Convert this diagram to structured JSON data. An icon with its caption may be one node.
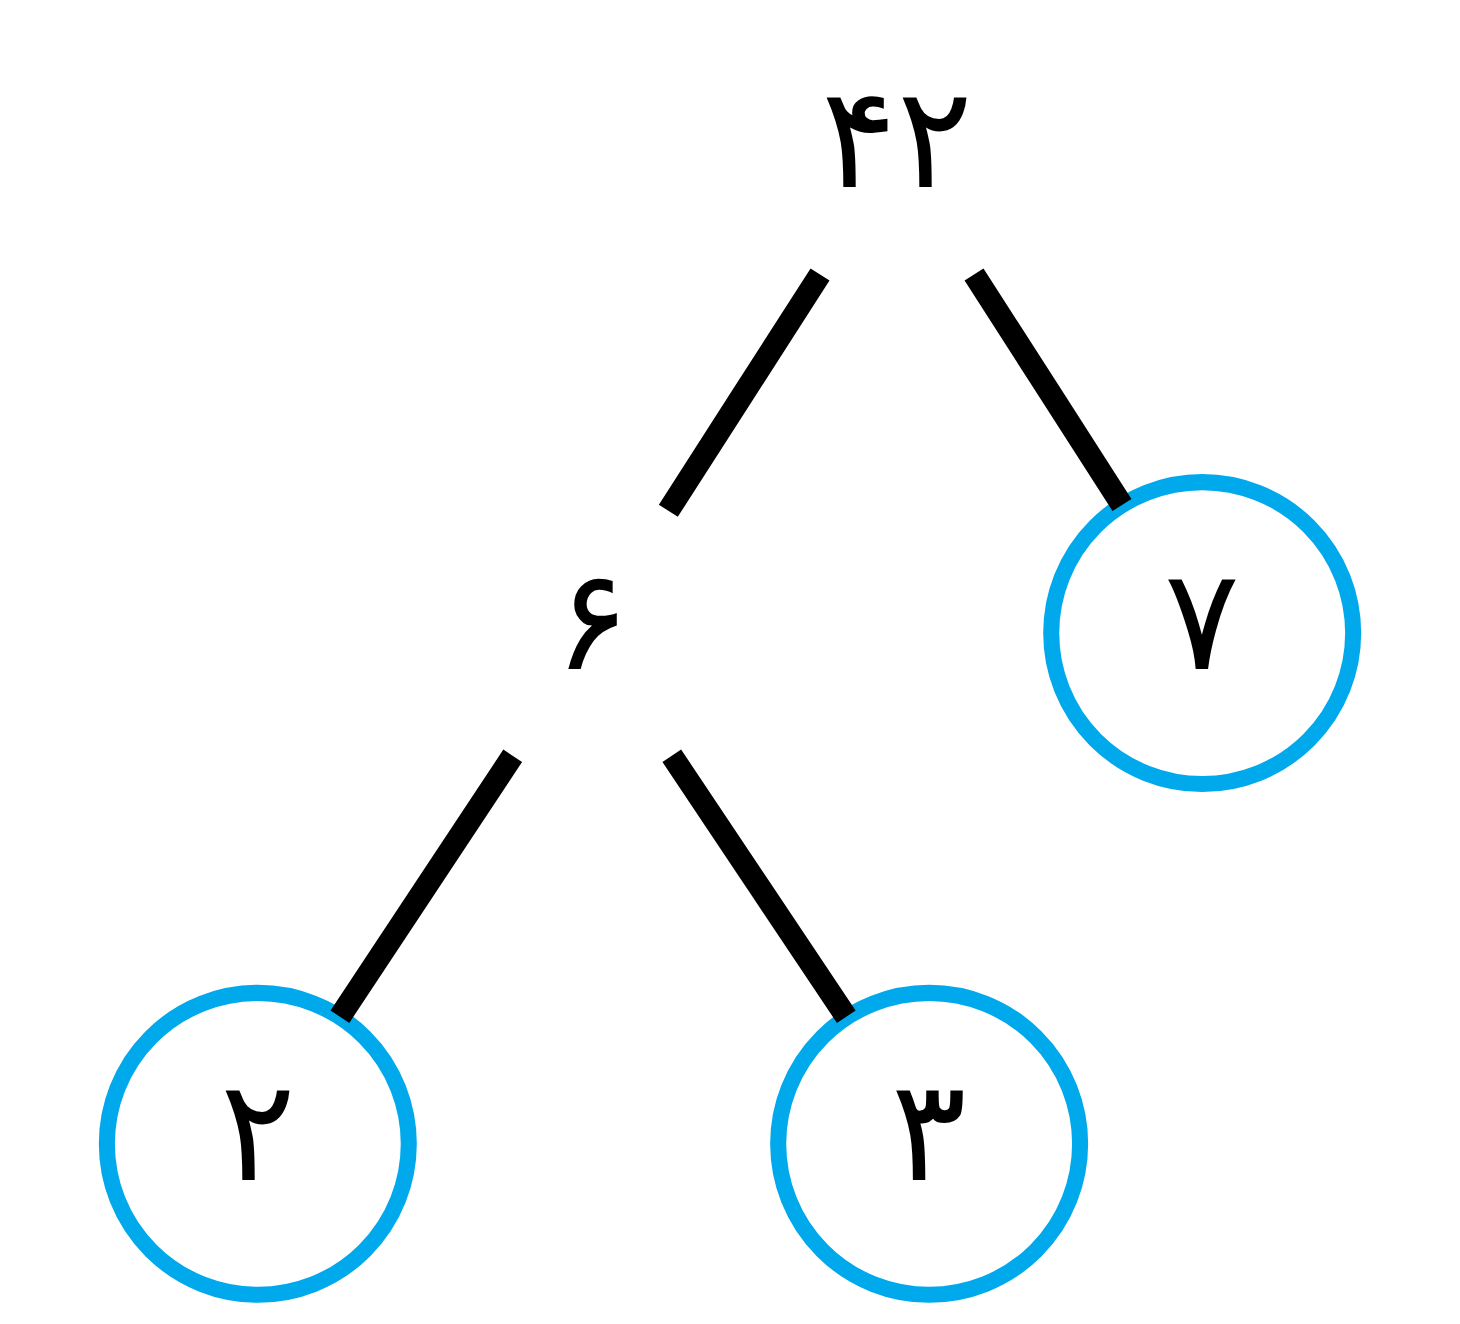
{
  "diagram": {
    "nodes": [
      {
        "text": [
          "۴۲"
        ]
      },
      {
        "text": [
          "۶"
        ]
      },
      {
        "text": [
          "۷"
        ]
      },
      {
        "text": [
          "۲"
        ]
      },
      {
        "text": [
          "۳"
        ]
      }
    ],
    "edges": [
      {
        "from": 0,
        "to": 1,
        "arrow": "none"
      },
      {
        "from": 0,
        "to": 2,
        "arrow": "none"
      },
      {
        "from": 1,
        "to": 3,
        "arrow": "none"
      },
      {
        "from": 1,
        "to": 4,
        "arrow": "none"
      }
    ]
  }
}
